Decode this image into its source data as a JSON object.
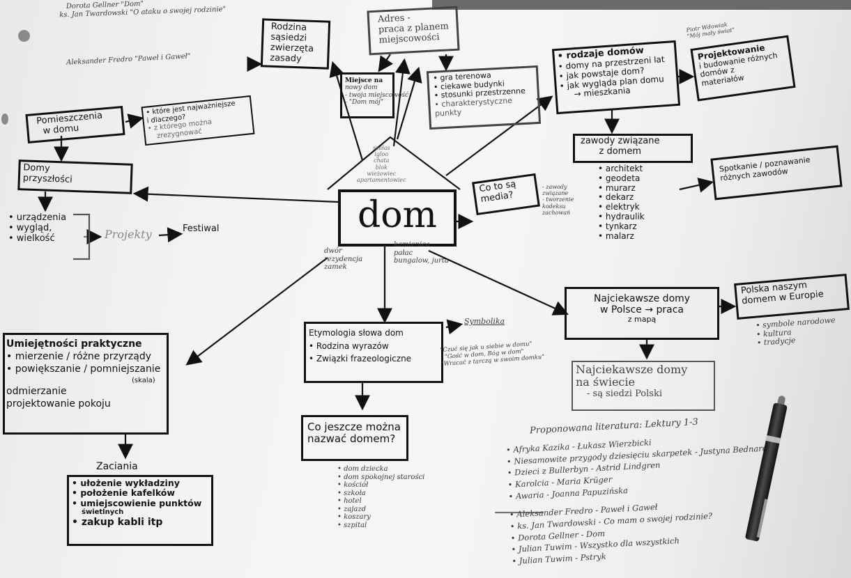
{
  "center": {
    "word": "dom"
  },
  "roof": {
    "words": [
      "szałas",
      "igloo",
      "chata",
      "blok",
      "wieżowiec",
      "apartamentowiec"
    ]
  },
  "below_center": {
    "left": [
      "dwór",
      "rezydencja",
      "zamek"
    ],
    "right": [
      "kamienica",
      "pałac",
      "bungalow, jurta"
    ]
  },
  "nodes": {
    "rodzina": [
      "Rodzina",
      "sąsiedzi",
      "zwierzęta",
      "zasady"
    ],
    "adres": [
      "Adres -",
      "praca z planem",
      "miejscowości"
    ],
    "miejsce": [
      "Miejsce na",
      "nowy dom",
      "- twoja miejscowość",
      "- \"Dom mój\""
    ],
    "gra": [
      "• gra terenowa",
      "• ciekawe budynki",
      "• stosunki przestrzenne",
      "• charakterystyczne",
      "punkty"
    ],
    "rodzaje": [
      "• rodzaje domów",
      "• domy na przestrzeni lat",
      "• jak powstaje dom?",
      "• jak wygląda plan domu",
      "→ mieszkania"
    ],
    "projektowanie": [
      "Projektowanie",
      "i budowanie różnych",
      "domów z",
      "materiałów"
    ],
    "zawody_title": [
      "zawody związane",
      "z domem"
    ],
    "zawody_list": [
      "• architekt",
      "• geodeta",
      "• murarz",
      "• dekarz",
      "• elektryk",
      "• hydraulik",
      "• tynkarz",
      "• malarz"
    ],
    "spotkanie": [
      "Spotkanie / poznawanie",
      "różnych zawodów"
    ],
    "media": [
      "Co to są",
      "media?"
    ],
    "media_notes": [
      "- zawody",
      "związane",
      "- tworzenie",
      "kodeksu",
      "zachowań"
    ],
    "pomieszczenia": [
      "Pomieszczenia",
      "w domu"
    ],
    "ktore": [
      "• które jest najważniejsze",
      "i dlaczego?",
      "• z którego można",
      "zrezygnować"
    ],
    "przyszlosci": [
      "Domy",
      "przyszłości"
    ],
    "urzadzenia": [
      "• urządzenia",
      "• wygląd,",
      "• wielkość"
    ],
    "projekty": "Projekty",
    "festiwal": "Festiwal",
    "etymologia": [
      "Etymologia słowa dom",
      "• Rodzina wyrazów",
      "• Związki frazeologiczne"
    ],
    "symbolika": "Symbolika",
    "phrases": [
      "\"Czuć się jak u siebie w domu\"",
      "\"Gość w dom, Bóg w dom\"",
      "\"Wracać z tarczą w swoim domku\""
    ],
    "co_jeszcze": [
      "Co jeszcze można",
      "nazwać domem?"
    ],
    "co_list": [
      "• dom dziecka",
      "• dom spokojnej starości",
      "• kościół",
      "• szkoła",
      "• hotel",
      "• zajazd",
      "• koszary",
      "• szpital"
    ],
    "umiejetnosci": [
      "Umiejętności praktyczne",
      "• mierzenie / różne przyrządy",
      "• powiększanie / pomniejszanie",
      "(skala)",
      "odmierzanie",
      "projektowanie pokoju"
    ],
    "zaclania": "Zaciania",
    "zaclania_list": [
      "• ułożenie wykładziny",
      "• położenie kafelków",
      "• umiejscowienie punktów",
      "świetlnych",
      "• zakup kabli itp"
    ],
    "najciekawsze_polska": [
      "Najciekawsze domy",
      "w Polsce → praca",
      "z mapą"
    ],
    "polska": [
      "Polska naszym",
      "domem w Europie"
    ],
    "polska_list": [
      "• symbole narodowe",
      "• kultura",
      "• tradycje"
    ],
    "najciekawsze_swiat": [
      "Najciekawsze domy",
      "na świecie",
      "- są siedzi Polski"
    ]
  },
  "top_left_notes": [
    "Dorota Gellner \"Dom\"",
    "ks. Jan Twardowski \"O ataku o swojej rodzinie\"",
    "Aleksander Fredro \"Paweł i Gaweł\""
  ],
  "top_right_note": [
    "Piotr Wdowiak",
    "\"Mój mały świat\""
  ],
  "literature": {
    "title": "Proponowana literatura: Lektury 1-3",
    "items": [
      "• Afryka Kazika - Łukasz Wierzbicki",
      "• Niesamowite przygody dziesięciu skarpetek - Justyna Bednarek",
      "• Dzieci z Bullerbyn - Astrid Lindgren",
      "• Karolcia - Maria Krüger",
      "• Awaria - Joanna Papuzińska",
      "• Aleksander Fredro - Paweł i Gaweł",
      "• ks. Jan Twardowski - Co mam o swojej rodzinie?",
      "• Dorota Gellner - Dom",
      "• Julian Tuwim - Wszystko dla wszystkich",
      "• Julian Tuwim - Pstryk"
    ]
  },
  "colors": {
    "ink": "#111111",
    "pencil": "#3a3a3a",
    "paper": "#f2f2f2",
    "pen_body": "#2b2b2b",
    "pen_clip": "#9a9a9a"
  }
}
